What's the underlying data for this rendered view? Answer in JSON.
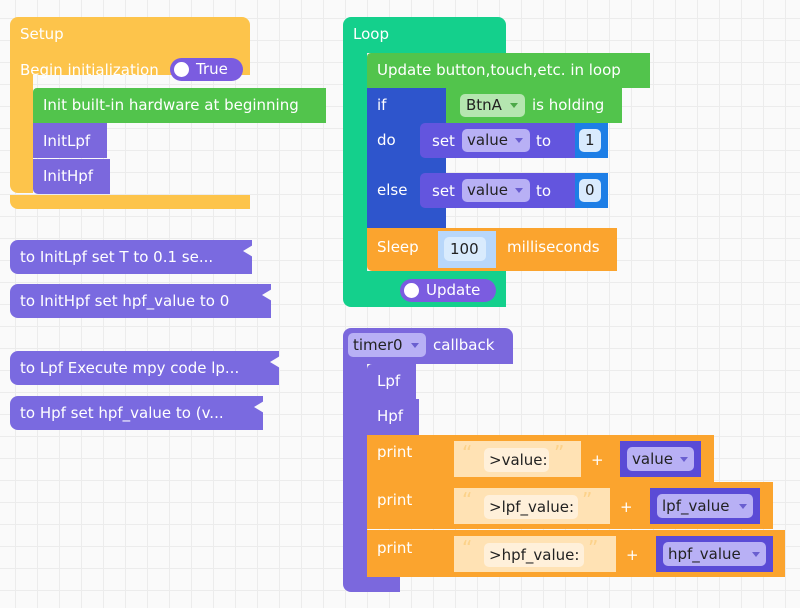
{
  "setup": {
    "title": "Setup",
    "begin_label": "Begin initialization",
    "begin_toggle": "True",
    "hw_init": "Init built-in hardware at beginning",
    "calls": [
      "InitLpf",
      "InitHpf"
    ]
  },
  "functions": [
    {
      "label": "to InitLpf  set T to 0.1 se..."
    },
    {
      "label": "to InitHpf  set hpf_value to 0"
    },
    {
      "label": "to Lpf  Execute mpy code lp..."
    },
    {
      "label": "to Hpf  set hpf_value to (v..."
    }
  ],
  "loop": {
    "title": "Loop",
    "update_label": "Update button,touch,etc. in loop",
    "if_label": "if",
    "do_label": "do",
    "else_label": "else",
    "button": "BtnA",
    "condition": "is holding",
    "set_label": "set",
    "to_label": "to",
    "var": "value",
    "do_value": "1",
    "else_value": "0",
    "sleep_label": "Sleep",
    "sleep_value": "100",
    "sleep_unit": "milliseconds",
    "update_toggle": "Update"
  },
  "timer": {
    "timer_name": "timer0",
    "callback_label": "callback",
    "calls": [
      "Lpf",
      "Hpf"
    ],
    "prints": [
      {
        "label": "print",
        "str": ">value:",
        "var": "value"
      },
      {
        "label": "print",
        "str": ">lpf_value:",
        "var": "lpf_value"
      },
      {
        "label": "print",
        "str": ">hpf_value:",
        "var": "hpf_value"
      }
    ],
    "plus": "+",
    "open_quote": "“",
    "close_quote": "”"
  }
}
